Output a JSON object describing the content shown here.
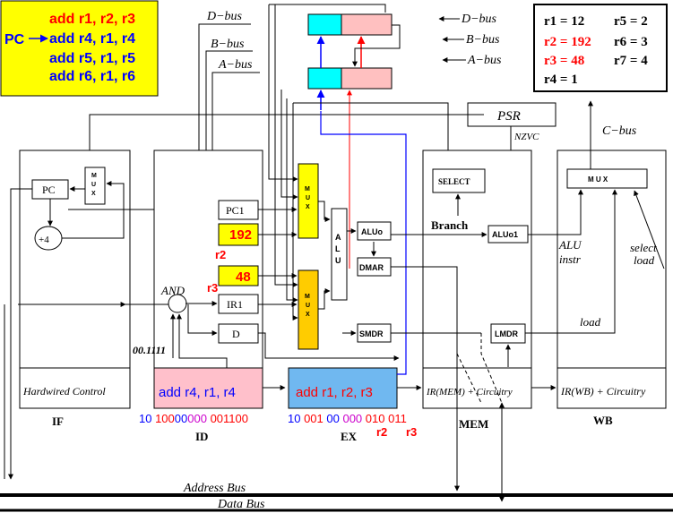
{
  "program": {
    "lines": [
      "add r1, r2, r3",
      "add r4, r1, r4",
      "add r5, r1, r5",
      "add r6, r1, r6"
    ],
    "pc_label": "PC"
  },
  "registers": [
    {
      "label": "r1 = 12"
    },
    {
      "label": "r2 = 192"
    },
    {
      "label": "r3 = 48"
    },
    {
      "label": "r4 = 1"
    },
    {
      "label": "r5 = 2"
    },
    {
      "label": "r6 = 3"
    },
    {
      "label": "r7 = 4"
    }
  ],
  "buses": {
    "d_bus": "D−bus",
    "b_bus": "B−bus",
    "a_bus": "A−bus",
    "c_bus": "C−bus",
    "address_bus": "Address Bus",
    "data_bus": "Data Bus"
  },
  "psr": {
    "label": "PSR",
    "flags": "NZVC"
  },
  "if_stage": {
    "pc": "PC",
    "mux": "M U X",
    "plus4": "+4",
    "hardwired": "Hardwired Control",
    "name": "IF"
  },
  "id_stage": {
    "pc1": "PC1",
    "b_val": "192",
    "a_val": "48",
    "ir1": "IR1",
    "d": "D",
    "r2": "r2",
    "r3": "r3",
    "and": "AND",
    "mask": "00.1111",
    "instr": "add r4, r1, r4",
    "name": "ID",
    "encoding": [
      {
        "t": "10 ",
        "c": "#0000ff"
      },
      {
        "t": "100",
        "c": "#ff0000"
      },
      {
        "t": "00",
        "c": "#0000ff"
      },
      {
        "t": "000",
        "c": "#cc00cc"
      },
      {
        "t": " 001100",
        "c": "#ff0000"
      }
    ]
  },
  "ex_stage": {
    "mux1": "M U X",
    "mux2": "M U X",
    "alu": "A L U",
    "aluo": "ALUo",
    "dmar": "DMAR",
    "smdr": "SMDR",
    "instr": "add r1, r2, r3",
    "name": "EX",
    "r2": "r2",
    "r3": "r3",
    "encoding": [
      {
        "t": "10 ",
        "c": "#0000ff"
      },
      {
        "t": "001",
        "c": "#ff0000"
      },
      {
        "t": " 00 ",
        "c": "#0000ff"
      },
      {
        "t": "000",
        "c": "#cc00cc"
      },
      {
        "t": " 010",
        "c": "#ff0000"
      },
      {
        "t": " 011",
        "c": "#ff0000"
      }
    ]
  },
  "mem_stage": {
    "select": "SELECT",
    "branch": "Branch",
    "aluo1": "ALUo1",
    "lmdr": "LMDR",
    "ir": "IR(MEM) + Circuitry",
    "name": "MEM"
  },
  "wb_stage": {
    "mux": "M U X",
    "ir": "IR(WB) + Circuitry",
    "name": "WB",
    "alu_instr_1": "ALU",
    "alu_instr_2": "instr",
    "select_load_1": "select",
    "select_load_2": "load",
    "load": "load"
  },
  "colors": {
    "yellow": "#ffff00",
    "orange": "#ffcc00",
    "cyan": "#00ffff",
    "pink": "#ffc0c0",
    "blue_instr": "#70b8f0",
    "red": "#ff0000",
    "blue": "#0000ff"
  }
}
